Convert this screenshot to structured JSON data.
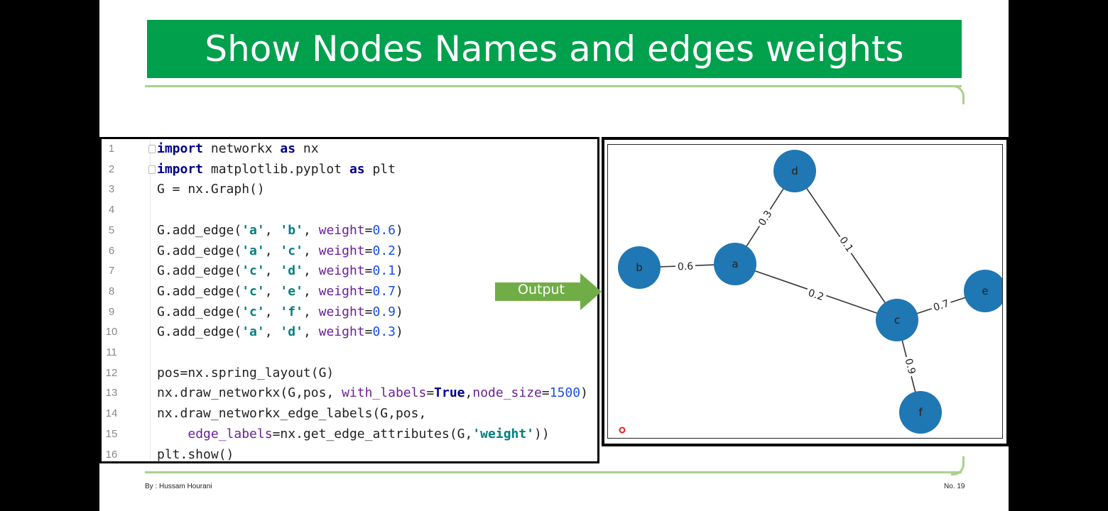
{
  "slide": {
    "title": "Show Nodes Names and edges weights",
    "author": "By : Hussam Hourani",
    "page": "No. 19"
  },
  "code": {
    "lines": [
      {
        "n": "1",
        "tokens": [
          {
            "t": "import",
            "c": "kw"
          },
          {
            "t": " networkx ",
            "c": ""
          },
          {
            "t": "as",
            "c": "kw"
          },
          {
            "t": " nx",
            "c": ""
          }
        ]
      },
      {
        "n": "2",
        "tokens": [
          {
            "t": "import",
            "c": "kw"
          },
          {
            "t": " matplotlib.pyplot ",
            "c": ""
          },
          {
            "t": "as",
            "c": "kw"
          },
          {
            "t": " plt",
            "c": ""
          }
        ]
      },
      {
        "n": "3",
        "tokens": [
          {
            "t": "G = nx.Graph()",
            "c": ""
          }
        ]
      },
      {
        "n": "4",
        "tokens": []
      },
      {
        "n": "5",
        "tokens": [
          {
            "t": "G.add_edge(",
            "c": ""
          },
          {
            "t": "'a'",
            "c": "str"
          },
          {
            "t": ", ",
            "c": ""
          },
          {
            "t": "'b'",
            "c": "str"
          },
          {
            "t": ", ",
            "c": ""
          },
          {
            "t": "weight",
            "c": "kwarg"
          },
          {
            "t": "=",
            "c": ""
          },
          {
            "t": "0.6",
            "c": "num"
          },
          {
            "t": ")",
            "c": ""
          }
        ]
      },
      {
        "n": "6",
        "tokens": [
          {
            "t": "G.add_edge(",
            "c": ""
          },
          {
            "t": "'a'",
            "c": "str"
          },
          {
            "t": ", ",
            "c": ""
          },
          {
            "t": "'c'",
            "c": "str"
          },
          {
            "t": ", ",
            "c": ""
          },
          {
            "t": "weight",
            "c": "kwarg"
          },
          {
            "t": "=",
            "c": ""
          },
          {
            "t": "0.2",
            "c": "num"
          },
          {
            "t": ")",
            "c": ""
          }
        ]
      },
      {
        "n": "7",
        "tokens": [
          {
            "t": "G.add_edge(",
            "c": ""
          },
          {
            "t": "'c'",
            "c": "str"
          },
          {
            "t": ", ",
            "c": ""
          },
          {
            "t": "'d'",
            "c": "str"
          },
          {
            "t": ", ",
            "c": ""
          },
          {
            "t": "weight",
            "c": "kwarg"
          },
          {
            "t": "=",
            "c": ""
          },
          {
            "t": "0.1",
            "c": "num"
          },
          {
            "t": ")",
            "c": ""
          }
        ]
      },
      {
        "n": "8",
        "tokens": [
          {
            "t": "G.add_edge(",
            "c": ""
          },
          {
            "t": "'c'",
            "c": "str"
          },
          {
            "t": ", ",
            "c": ""
          },
          {
            "t": "'e'",
            "c": "str"
          },
          {
            "t": ", ",
            "c": ""
          },
          {
            "t": "weight",
            "c": "kwarg"
          },
          {
            "t": "=",
            "c": ""
          },
          {
            "t": "0.7",
            "c": "num"
          },
          {
            "t": ")",
            "c": ""
          }
        ]
      },
      {
        "n": "9",
        "tokens": [
          {
            "t": "G.add_edge(",
            "c": ""
          },
          {
            "t": "'c'",
            "c": "str"
          },
          {
            "t": ", ",
            "c": ""
          },
          {
            "t": "'f'",
            "c": "str"
          },
          {
            "t": ", ",
            "c": ""
          },
          {
            "t": "weight",
            "c": "kwarg"
          },
          {
            "t": "=",
            "c": ""
          },
          {
            "t": "0.9",
            "c": "num"
          },
          {
            "t": ")",
            "c": ""
          }
        ]
      },
      {
        "n": "10",
        "tokens": [
          {
            "t": "G.add_edge(",
            "c": ""
          },
          {
            "t": "'a'",
            "c": "str"
          },
          {
            "t": ", ",
            "c": ""
          },
          {
            "t": "'d'",
            "c": "str"
          },
          {
            "t": ", ",
            "c": ""
          },
          {
            "t": "weight",
            "c": "kwarg"
          },
          {
            "t": "=",
            "c": ""
          },
          {
            "t": "0.3",
            "c": "num"
          },
          {
            "t": ")",
            "c": ""
          }
        ]
      },
      {
        "n": "11",
        "tokens": []
      },
      {
        "n": "12",
        "tokens": [
          {
            "t": "pos=nx.spring_layout(G)",
            "c": ""
          }
        ]
      },
      {
        "n": "13",
        "tokens": [
          {
            "t": "nx.draw_networkx(G,pos, ",
            "c": ""
          },
          {
            "t": "with_labels",
            "c": "kwarg"
          },
          {
            "t": "=",
            "c": ""
          },
          {
            "t": "True",
            "c": "const"
          },
          {
            "t": ",",
            "c": ""
          },
          {
            "t": "node_size",
            "c": "kwarg"
          },
          {
            "t": "=",
            "c": ""
          },
          {
            "t": "1500",
            "c": "num"
          },
          {
            "t": ")",
            "c": ""
          }
        ]
      },
      {
        "n": "14",
        "tokens": [
          {
            "t": "nx.draw_networkx_edge_labels(G,pos,",
            "c": ""
          }
        ]
      },
      {
        "n": "15",
        "tokens": [
          {
            "t": "    ",
            "c": ""
          },
          {
            "t": "edge_labels",
            "c": "kwarg"
          },
          {
            "t": "=nx.get_edge_attributes(G,",
            "c": ""
          },
          {
            "t": "'weight'",
            "c": "str"
          },
          {
            "t": "))",
            "c": ""
          }
        ]
      },
      {
        "n": "16",
        "tokens": [
          {
            "t": "plt.show()",
            "c": ""
          }
        ]
      }
    ]
  },
  "arrow": {
    "label": "Output",
    "color": "#70ad47"
  },
  "graph": {
    "node_color": "#1f77b4",
    "nodes": [
      {
        "id": "d",
        "label": "d"
      },
      {
        "id": "b",
        "label": "b"
      },
      {
        "id": "a",
        "label": "a"
      },
      {
        "id": "e",
        "label": "e"
      },
      {
        "id": "c",
        "label": "c"
      },
      {
        "id": "f",
        "label": "f"
      }
    ],
    "edges": [
      {
        "source": "a",
        "target": "b",
        "label": "0.6"
      },
      {
        "source": "a",
        "target": "c",
        "label": "0.2"
      },
      {
        "source": "c",
        "target": "d",
        "label": "0.1"
      },
      {
        "source": "c",
        "target": "e",
        "label": "0.7"
      },
      {
        "source": "c",
        "target": "f",
        "label": "0.9"
      },
      {
        "source": "a",
        "target": "d",
        "label": "0.3"
      }
    ]
  }
}
